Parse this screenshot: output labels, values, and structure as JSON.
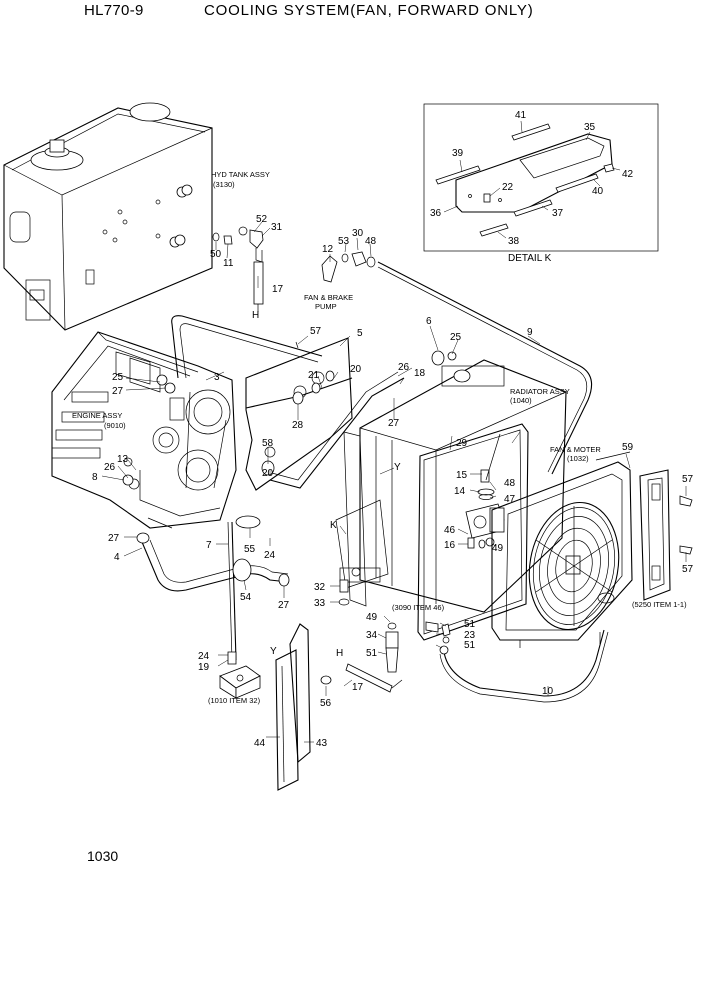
{
  "header": {
    "model": "HL770-9",
    "title": "COOLING SYSTEM(FAN, FORWARD ONLY)"
  },
  "footer": {
    "page_number": "1030"
  },
  "assembly_labels": {
    "hyd_tank": "HYD TANK ASSY",
    "hyd_tank_ref": "(3130)",
    "fan_brake_pump_1": "FAN & BRAKE",
    "fan_brake_pump_2": "PUMP",
    "engine": "ENGINE ASSY",
    "engine_ref": "(9010)",
    "radiator": "RADIATOR ASSY",
    "radiator_ref": "(1040)",
    "fan_motor": "FAN & MOTER",
    "fan_motor_ref": "(1032)",
    "item_3090": "(3090 ITEM 46)",
    "item_5250": "(5250 ITEM 1-1)",
    "item_1010": "(1010 ITEM 32)",
    "detail": "DETAIL K"
  },
  "part_numbers": {
    "p3": "3",
    "p4": "4",
    "p5": "5",
    "p6": "6",
    "p7": "7",
    "p8": "8",
    "p9": "9",
    "p10": "10",
    "p11": "11",
    "p12": "12",
    "p13": "13",
    "p14": "14",
    "p15": "15",
    "p16": "16",
    "p17a": "17",
    "p17b": "17",
    "p18": "18",
    "p19": "19",
    "p20a": "20",
    "p20b": "20",
    "p21": "21",
    "p22": "22",
    "p23": "23",
    "p24a": "24",
    "p24b": "24",
    "p25a": "25",
    "p25b": "25",
    "p26a": "26",
    "p26b": "26",
    "p27a": "27",
    "p27b": "27",
    "p27c": "27",
    "p27d": "27",
    "p28": "28",
    "p29": "29",
    "p30": "30",
    "p31": "31",
    "p32": "32",
    "p33": "33",
    "p34": "34",
    "p35": "35",
    "p36": "36",
    "p37": "37",
    "p38": "38",
    "p39": "39",
    "p40": "40",
    "p41": "41",
    "p42": "42",
    "p43": "43",
    "p44": "44",
    "p46": "46",
    "p47": "47",
    "p48a": "48",
    "p48b": "48",
    "p49a": "49",
    "p49b": "49",
    "p50": "50",
    "p51a": "51",
    "p51b": "51",
    "p51c": "51",
    "p52": "52",
    "p53": "53",
    "p54": "54",
    "p55": "55",
    "p56": "56",
    "p57a": "57",
    "p57b": "57",
    "p57c": "57",
    "p58": "58",
    "p59": "59"
  },
  "view_letters": {
    "h1": "H",
    "h2": "H",
    "y1": "Y",
    "y2": "Y",
    "k1": "K"
  }
}
